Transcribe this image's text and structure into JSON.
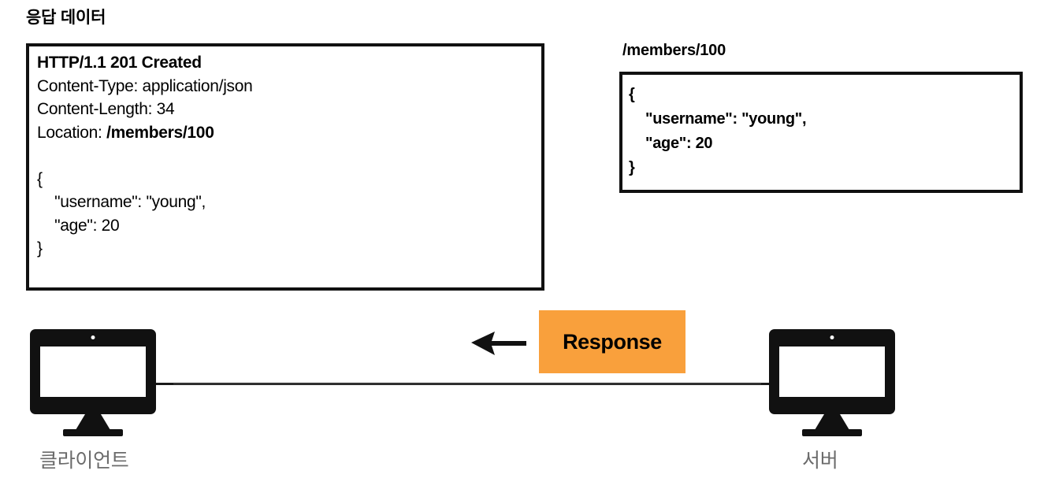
{
  "diagram": {
    "title": "응답 데이터",
    "background_color": "#ffffff",
    "accent_color": "#f9a03c",
    "label_color": "#6b6b6b"
  },
  "response_box": {
    "caption": "응답 데이터",
    "status_line": "HTTP/1.1 201 Created",
    "headers": [
      {
        "name": "Content-Type: ",
        "value": "application/json",
        "value_bold": false
      },
      {
        "name": "Content-Length: ",
        "value": "34",
        "value_bold": false
      },
      {
        "name": "Location: ",
        "value": "/members/100",
        "value_bold": true
      }
    ],
    "body": "{\n    \"username\": \"young\",\n    \"age\": 20\n}",
    "body_lines": [
      "{",
      "    \"username\": \"young\",",
      "    \"age\": 20",
      "}"
    ]
  },
  "resource_box": {
    "caption": "/members/100",
    "body_lines": [
      "{",
      "    \"username\": \"young\",",
      "    \"age\": 20",
      "}"
    ]
  },
  "flow": {
    "flag_label": "Response",
    "arrow_direction": "left",
    "arrow_icon": "arrow-left-icon"
  },
  "nodes": [
    {
      "id": "client",
      "label": "클라이언트",
      "icon": "monitor-icon"
    },
    {
      "id": "server",
      "label": "서버",
      "icon": "monitor-icon"
    }
  ]
}
